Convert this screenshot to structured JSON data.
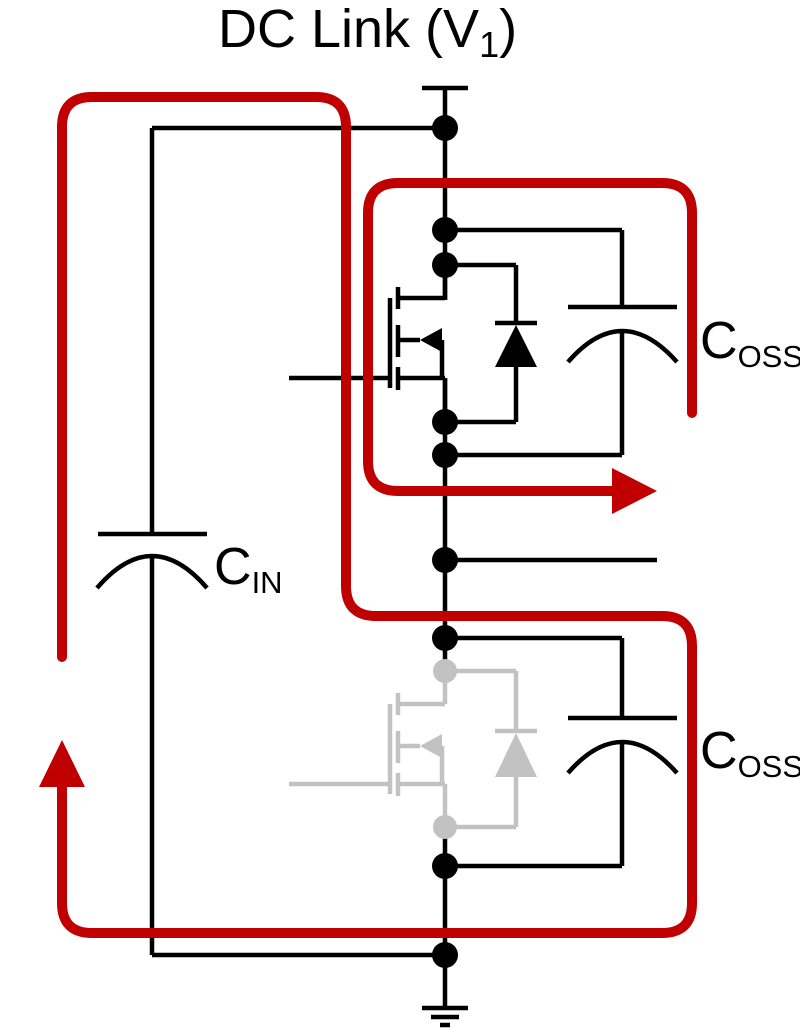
{
  "diagram": {
    "title": {
      "text": "DC Link (V",
      "sub": "1",
      "suffix": ")"
    },
    "labels": {
      "cin": {
        "name": "C",
        "sub": "IN"
      },
      "coss_upper": {
        "name": "C",
        "sub": "OSS"
      },
      "coss_lower": {
        "name": "C",
        "sub": "OSS"
      }
    },
    "colors": {
      "loop_red": "#c00000",
      "wire_black": "#000000",
      "inactive_gray": "#c2c2c2",
      "background": "#ffffff"
    }
  }
}
